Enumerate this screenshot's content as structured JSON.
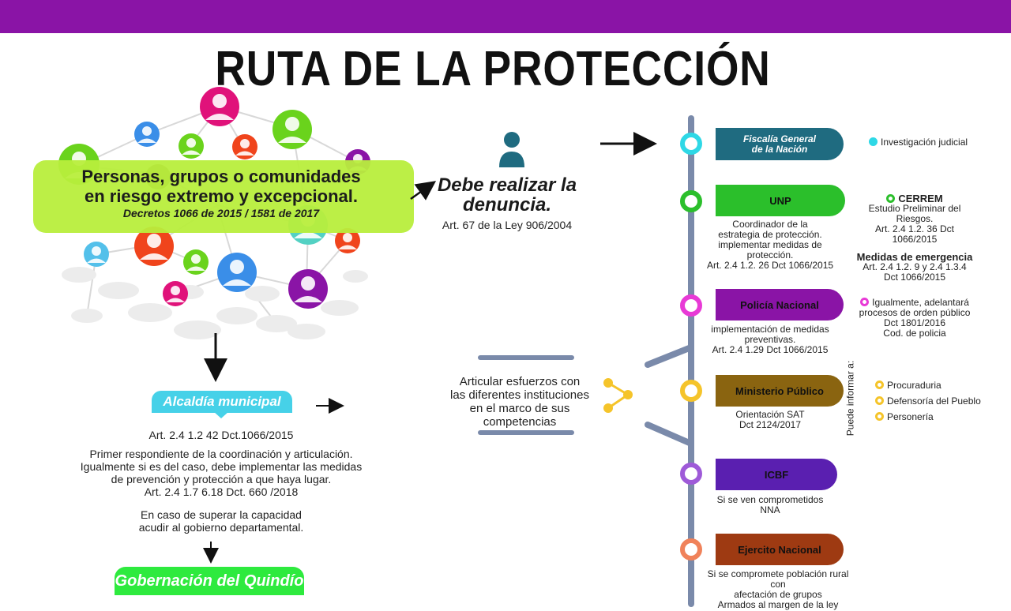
{
  "title": "RUTA DE LA PROTECCIÓN",
  "people": {
    "line1": "Personas, grupos o comunidades",
    "line2": "en riesgo extremo y excepcional.",
    "line3": "Decretos 1066 de 2015 / 1581 de 2017"
  },
  "denuncia": {
    "line1": "Debe realizar la",
    "line2": "denuncia.",
    "ref": "Art. 67 de la Ley 906/2004"
  },
  "alcaldia": {
    "label": "Alcaldía municipal",
    "art": "Art. 2.4 1.2 42 Dct.1066/2015",
    "desc1": "Primer respondiente de la coordinación y articulación.",
    "desc2": "Igualmente si es del caso, debe implementar las medidas",
    "desc3": "de prevención y protección a que haya lugar.",
    "desc4": "Art. 2.4 1.7 6.18 Dct. 660 /2018",
    "cap1": "En caso de superar la capacidad",
    "cap2": "acudir al gobierno departamental."
  },
  "gobernacion": {
    "label": "Gobernación del Quindío"
  },
  "articular": {
    "line1": "Articular esfuerzos con",
    "line2": "las diferentes instituciones",
    "line3": "en el marco de sus competencias"
  },
  "colors": {
    "topbar": "#8a14a6",
    "fiscalia": "#1f6b80",
    "unp": "#2bbf2b",
    "policia": "#8a14a6",
    "ministerio": "#8a6410",
    "icbf": "#5a1fb0",
    "ejercito": "#9e3a12",
    "timeline": "#7a8aaa"
  },
  "fiscalia": {
    "line1": "Fiscalía General",
    "line2": "de la Nación",
    "note": "Investigación judicial"
  },
  "unp": {
    "label": "UNP",
    "d1": "Coordinador  de la",
    "d2": "estrategia de protección.",
    "d3": "implementar medidas de",
    "d4": "protección.",
    "d5": "Art. 2.4 1.2. 26 Dct 1066/2015",
    "cerrem": "CERREM",
    "c1": "Estudio Preliminar del Riesgos.",
    "c2": "Art. 2.4 1.2. 36 Dct 1066/2015",
    "medidas": "Medidas de emergencia",
    "m1": "Art. 2.4 1.2. 9 y 2.4 1.3.4",
    "m2": "Dct 1066/2015"
  },
  "policia": {
    "label": "Policía Nacional",
    "d1": "implementación de medidas",
    "d2": "preventivas.",
    "d3": "Art. 2.4 1.29 Dct 1066/2015",
    "n1": "Igualmente, adelantará",
    "n2": "procesos de orden público",
    "n3": "Dct 1801/2016",
    "n4": "Cod. de policia"
  },
  "ministerio": {
    "label": "Ministerio Público",
    "d1": "Orientación SAT",
    "d2": "Dct 2124/2017",
    "vertical": "Puede informar a:",
    "items": [
      "Procuraduria",
      "Defensoría del Pueblo",
      "Personería"
    ]
  },
  "icbf": {
    "label": "ICBF",
    "d1": "Si se ven comprometidos",
    "d2": "NNA"
  },
  "ejercito": {
    "label": "Ejercito Nacional",
    "d1": "Si se compromete población rural con",
    "d2": "afectación de grupos",
    "d3": "Armados al margen de la ley"
  }
}
